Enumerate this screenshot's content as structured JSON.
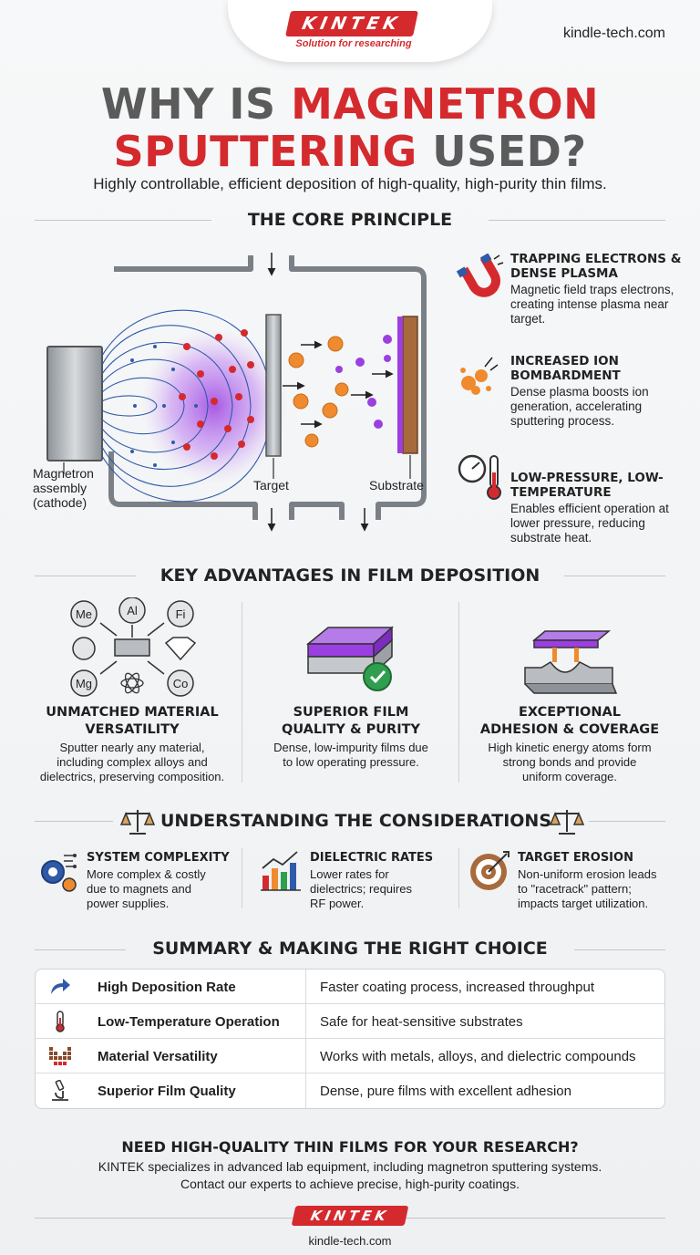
{
  "header": {
    "logo": "KINTEK",
    "tagline": "Solution for researching",
    "site": "kindle-tech.com"
  },
  "title": {
    "part1": "WHY IS ",
    "part2": "MAGNETRON",
    "part3": "SPUTTERING",
    "part4": " USED?"
  },
  "subtitle": "Highly controllable, efficient deposition of high-quality, high-purity thin films.",
  "core": {
    "heading": "THE CORE PRINCIPLE",
    "labels": {
      "magnetron": [
        "Magnetron",
        "assembly",
        "(cathode)"
      ],
      "target": "Target",
      "substrate": "Substrate"
    },
    "features": [
      {
        "title": "TRAPPING ELECTRONS & DENSE PLASMA",
        "desc": "Magnetic field traps electrons, creating intense plasma near target.",
        "icon": "magnet-icon"
      },
      {
        "title": "INCREASED ION BOMBARDMENT",
        "desc": "Dense plasma boosts ion generation, accelerating sputtering process.",
        "icon": "ion-cluster-icon"
      },
      {
        "title": "LOW-PRESSURE, LOW-TEMPERATURE",
        "desc": "Enables efficient operation at lower pressure, reducing substrate heat.",
        "icon": "gauge-thermometer-icon"
      }
    ]
  },
  "advantages": {
    "heading": "KEY ADVANTAGES IN FILM DEPOSITION",
    "elements": [
      "Me",
      "Al",
      "Fi",
      "Mg",
      "Co"
    ],
    "items": [
      {
        "title1": "UNMATCHED MATERIAL",
        "title2": "VERSATILITY",
        "desc": [
          "Sputter nearly any material,",
          "including complex alloys and",
          "dielectrics, preserving composition."
        ]
      },
      {
        "title1": "SUPERIOR FILM",
        "title2": "QUALITY & PURITY",
        "desc": [
          "Dense, low-impurity films due",
          "to low operating pressure."
        ]
      },
      {
        "title1": "EXCEPTIONAL",
        "title2": "ADHESION & COVERAGE",
        "desc": [
          "High kinetic energy atoms form",
          "strong bonds and provide",
          "uniform coverage."
        ]
      }
    ]
  },
  "considerations": {
    "heading": "UNDERSTANDING THE CONSIDERATIONS",
    "items": [
      {
        "title": "SYSTEM COMPLEXITY",
        "desc": [
          "More complex & costly",
          "due to magnets and",
          "power supplies."
        ]
      },
      {
        "title": "DIELECTRIC RATES",
        "desc": [
          "Lower rates for",
          "dielectrics; requires",
          "RF power."
        ]
      },
      {
        "title": "TARGET EROSION",
        "desc": [
          "Non-uniform erosion leads",
          "to \"racetrack\" pattern;",
          "impacts target utilization."
        ]
      }
    ]
  },
  "summary": {
    "heading": "SUMMARY & MAKING THE RIGHT CHOICE",
    "rows": [
      {
        "label": "High Deposition Rate",
        "value": "Faster coating process, increased throughput"
      },
      {
        "label": "Low-Temperature Operation",
        "value": "Safe for heat-sensitive substrates"
      },
      {
        "label": "Material Versatility",
        "value": "Works with metals, alloys, and dielectric compounds"
      },
      {
        "label": "Superior Film Quality",
        "value": "Dense, pure films with excellent adhesion"
      }
    ]
  },
  "cta": {
    "title": "NEED HIGH-QUALITY THIN FILMS FOR YOUR RESEARCH?",
    "line1": "KINTEK specializes in advanced lab equipment, including magnetron sputtering systems.",
    "line2": "Contact our experts to achieve precise, high-purity coatings."
  },
  "footer": {
    "logo": "KINTEK",
    "site": "kindle-tech.com"
  },
  "colors": {
    "brand_red": "#d42a2e",
    "plasma_purple": "#9b3fe0",
    "particle_orange": "#f08a2e"
  }
}
